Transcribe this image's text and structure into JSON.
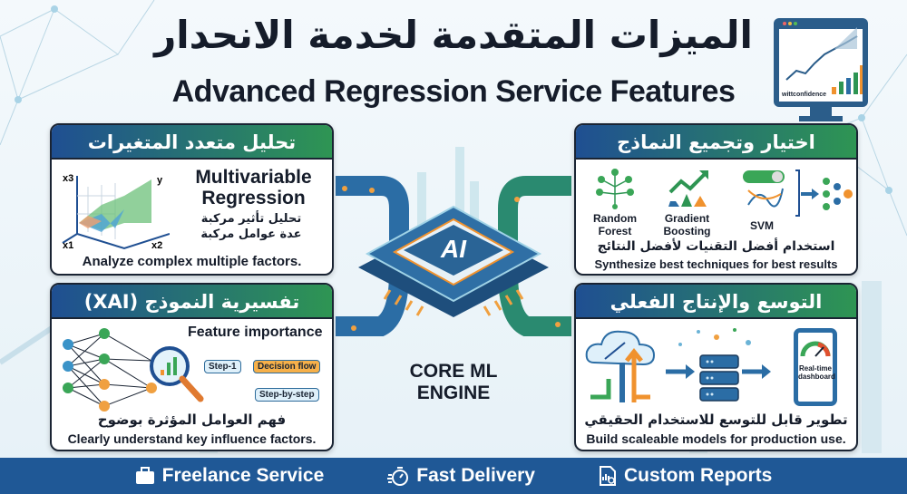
{
  "header": {
    "title_ar": "الميزات المتقدمة لخدمة الانحدار",
    "title_en": "Advanced Regression Service Features"
  },
  "monitor": {
    "label": "wittconfidence"
  },
  "center": {
    "chip_label": "AI",
    "engine_label": "CORE ML ENGINE"
  },
  "cards": {
    "multivariable": {
      "title": "تحليل متعدد المتغيرات",
      "heading": "Multivariable Regression",
      "desc_ar_1": "تحليل تأثير مركبة",
      "desc_ar_2": "عدة عوامل مركبة",
      "desc_en": "Analyze complex multiple factors.",
      "axes": {
        "x1": "x1",
        "x2": "x2",
        "x3": "x3",
        "y": "y"
      }
    },
    "ensemble": {
      "title": "اختيار وتجميع النماذج",
      "models": [
        "Random Forest",
        "Gradient Boosting",
        "SVM"
      ],
      "desc_ar": "استخدام أفضل التقنيات لأفضل النتائج",
      "desc_en": "Synthesize best techniques for best results"
    },
    "xai": {
      "title": "تفسيرية النموذج (XAI)",
      "feature_label": "Feature importance",
      "step1": "Step-1",
      "decision": "Decision flow",
      "stepbystep": "Step-by-step",
      "desc_ar": "فهم العوامل المؤثرة بوضوح",
      "desc_en": "Clearly understand key influence factors."
    },
    "scaling": {
      "title": "التوسع والإنتاج الفعلي",
      "dashboard": "Real-time dashboard",
      "desc_ar": "تطوير قابل للتوسع للاستخدام الحقيقي",
      "desc_en": "Build scaleable models for production use."
    }
  },
  "footer": {
    "items": [
      {
        "label": "Freelance Service",
        "icon": "briefcase-icon"
      },
      {
        "label": "Fast Delivery",
        "icon": "stopwatch-icon"
      },
      {
        "label": "Custom Reports",
        "icon": "report-icon"
      }
    ]
  },
  "colors": {
    "blue": "#1f4f92",
    "green": "#2e9553",
    "orange": "#f0922e",
    "footer": "#1f5896"
  }
}
